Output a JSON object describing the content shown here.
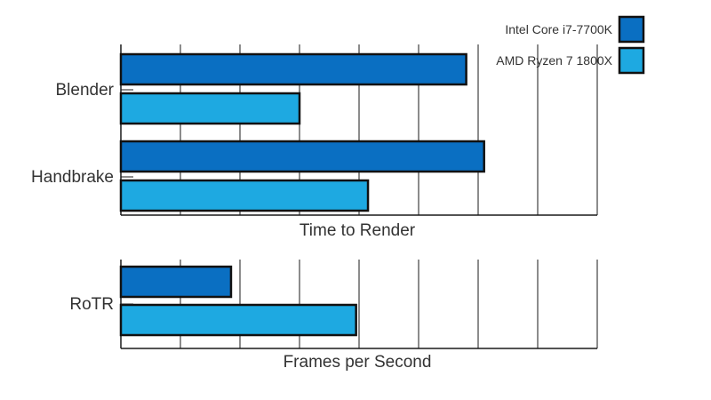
{
  "chart_data": [
    {
      "type": "bar",
      "orientation": "horizontal",
      "title": "",
      "xlabel": "Time to Render",
      "ylabel": "",
      "categories": [
        "Blender",
        "Handbrake"
      ],
      "xlim": [
        0,
        8
      ],
      "grid": true,
      "tick_labels_shown": false,
      "series": [
        {
          "name": "Intel Core i7-7700K",
          "values": [
            5.8,
            6.1
          ]
        },
        {
          "name": "AMD Ryzen 7 1800X",
          "values": [
            3.0,
            4.15
          ]
        }
      ]
    },
    {
      "type": "bar",
      "orientation": "horizontal",
      "title": "",
      "xlabel": "Frames per Second",
      "ylabel": "",
      "categories": [
        "RoTR"
      ],
      "xlim": [
        0,
        8
      ],
      "grid": true,
      "tick_labels_shown": false,
      "series": [
        {
          "name": "Intel Core i7-7700K",
          "values": [
            1.85
          ]
        },
        {
          "name": "AMD Ryzen 7 1800X",
          "values": [
            3.95
          ]
        }
      ]
    }
  ],
  "legend": {
    "placement": "top-right",
    "items": [
      {
        "label": "Intel Core i7-7700K",
        "color": "#0a6fc2"
      },
      {
        "label": "AMD Ryzen 7 1800X",
        "color": "#1ea9e1"
      }
    ]
  },
  "colors": {
    "intel": "#0a6fc2",
    "amd": "#1ea9e1",
    "outline": "#111111",
    "grid": "#1a1a1a",
    "text": "#333333"
  }
}
